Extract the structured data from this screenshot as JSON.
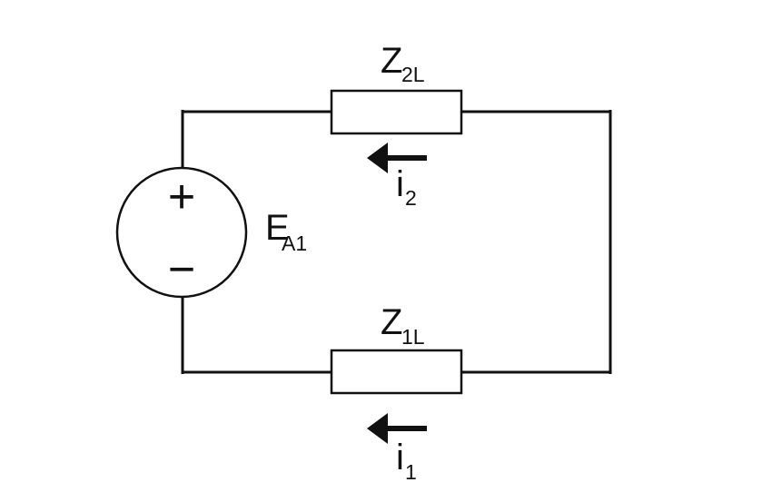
{
  "colors": {
    "stroke": "#111111",
    "background": "#ffffff"
  },
  "source": {
    "name_main": "E",
    "name_sub": "A1",
    "plus_sign": "+",
    "minus_sign": "−"
  },
  "impedances": {
    "top": {
      "main": "Z",
      "sub": "2L"
    },
    "bottom": {
      "main": "Z",
      "sub": "1L"
    }
  },
  "currents": {
    "top": {
      "main": "i",
      "sub": "2",
      "direction": "left"
    },
    "bottom": {
      "main": "i",
      "sub": "1",
      "direction": "left"
    }
  }
}
